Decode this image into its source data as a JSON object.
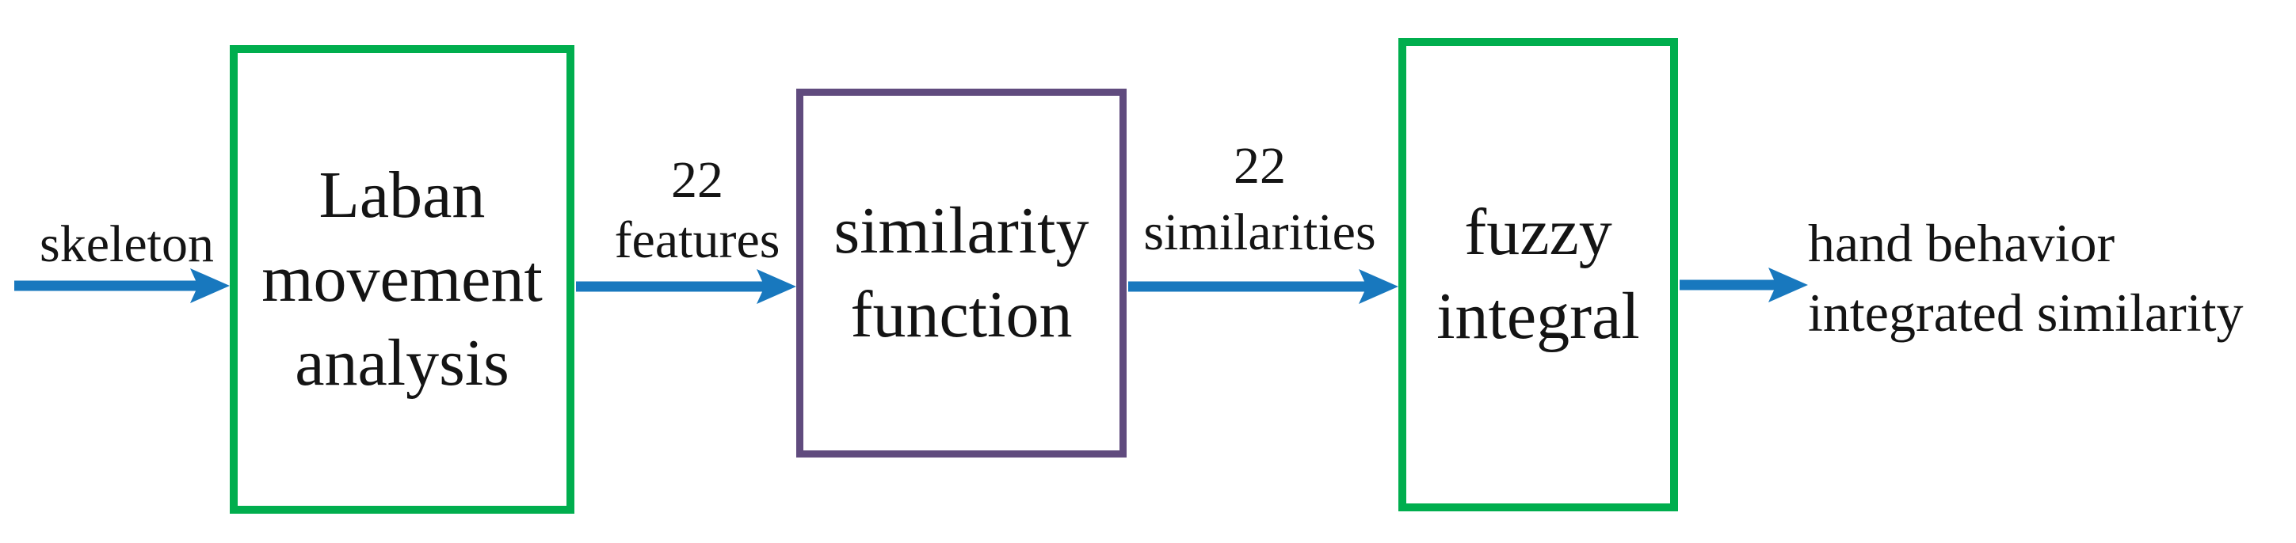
{
  "diagram": {
    "title": "hand behavior similarity pipeline flow diagram",
    "colors": {
      "green": "#00AE4E",
      "purple": "#604B7E",
      "blue": "#1878BE",
      "ink": "#141414",
      "bg": "#FFFFFF"
    },
    "nodes": [
      {
        "id": "laban-movement-analysis",
        "border": "green",
        "lines": [
          "Laban",
          "movement",
          "analysis"
        ]
      },
      {
        "id": "similarity-function",
        "border": "purple",
        "lines": [
          "similarity",
          "function"
        ]
      },
      {
        "id": "fuzzy-integral",
        "border": "green",
        "lines": [
          "fuzzy",
          "integral"
        ]
      }
    ],
    "edge_labels": [
      {
        "id": "input",
        "lines": [
          "skeleton"
        ]
      },
      {
        "id": "features",
        "lines": [
          "22",
          "features"
        ]
      },
      {
        "id": "similarities",
        "lines": [
          "22",
          "similarities"
        ]
      },
      {
        "id": "output",
        "lines": [
          "hand behavior",
          "integrated similarity"
        ]
      }
    ]
  }
}
